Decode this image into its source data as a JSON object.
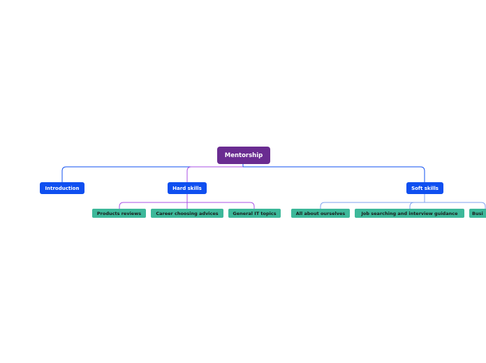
{
  "mindmap": {
    "root": {
      "label": "Mentorship",
      "color": "#6a2c91"
    },
    "topics": [
      {
        "label": "Introduction",
        "color": "#0f4ff0",
        "subtopics": []
      },
      {
        "label": "Hard skills",
        "color": "#0f4ff0",
        "subtopics": [
          {
            "label": "Products reviews"
          },
          {
            "label": "Career choosing advices"
          },
          {
            "label": "General IT topics"
          }
        ]
      },
      {
        "label": "Soft skills",
        "color": "#0f4ff0",
        "subtopics": [
          {
            "label": "All about ourselves"
          },
          {
            "label": "Job searching and interview guidance"
          },
          {
            "label": "Busi"
          }
        ]
      }
    ],
    "colors": {
      "subtopic_fill": "#3db89a",
      "root_connector": "#0f4ff0",
      "hard_skills_connector": "#a950e6",
      "soft_skills_connector": "#7fa2ef"
    }
  }
}
